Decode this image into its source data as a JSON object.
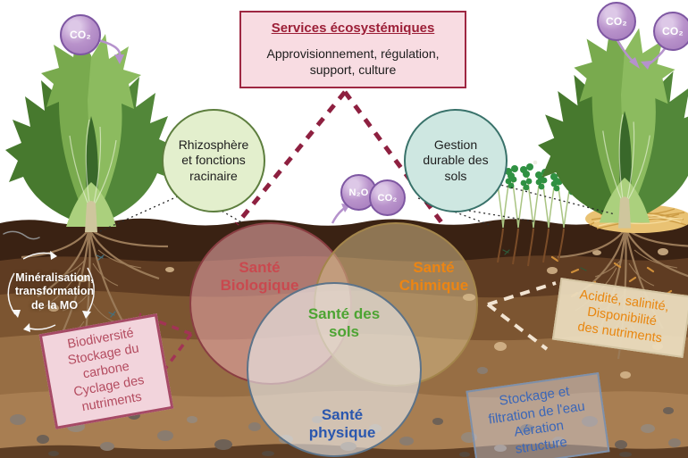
{
  "header": {
    "title": "Services écosystémiques",
    "subtitle": "Approvisionnement, régulation,\nsupport, culture"
  },
  "concept_bubbles": {
    "rhizosphere": "Rhizosphère\net fonctions\nracinaire",
    "soil_management": "Gestion\ndurable des\nsols"
  },
  "gases": {
    "co2": "CO₂",
    "n2o": "N₂O"
  },
  "venn": {
    "biological": "Santé\nBiologique",
    "chemical": "Santé\nChimique",
    "physical": "Santé\nphysique",
    "center": "Santé des\nsols"
  },
  "annotations": {
    "mineralisation": "Minéralisation,\ntransformation\nde la MO",
    "biological_functions": "Biodiversité\nStockage du\ncarbone\nCyclage des\nnutriments",
    "chemical_functions": "Acidité, salinité,\nDisponibilité\ndes nutriments",
    "physical_functions": "Stockage et\nfiltration de l'eau\nAération\nstructure"
  },
  "colors": {
    "title_red": "#9c1f37",
    "biological_red": "#c9494f",
    "chemical_orange": "#ec8513",
    "physical_blue": "#2b57ae",
    "soil_health_green": "#4da433",
    "gas_purple": "#a77dbd",
    "dashed_maroon": "#8e2040"
  }
}
